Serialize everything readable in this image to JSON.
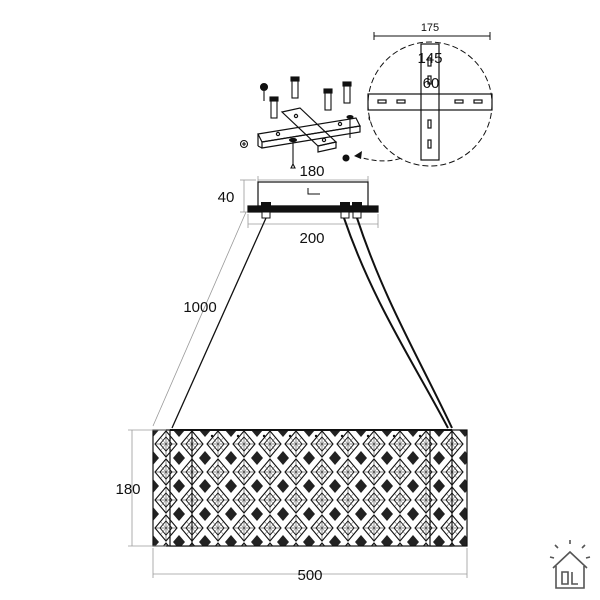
{
  "dimensions": {
    "detail_width": "175",
    "detail_slot_spacing": "145",
    "detail_slot_gap": "60",
    "canopy_width": "180",
    "canopy_height": "40",
    "canopy_mount_width": "200",
    "suspension_length": "1000",
    "body_height": "180",
    "body_width": "500"
  },
  "colors": {
    "line": "#111111",
    "dim_line": "#9a9a9a",
    "logo": "#555555"
  },
  "icons": [
    "mounting-bracket-icon",
    "screw-icon",
    "wall-plug-icon",
    "crystal-pattern-icon",
    "house-bulb-logo-icon"
  ]
}
